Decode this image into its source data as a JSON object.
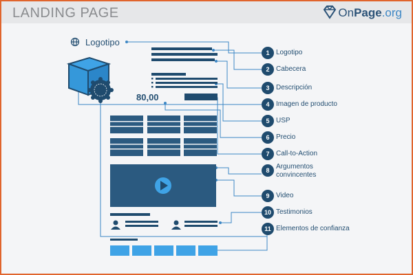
{
  "header": {
    "title": "LANDING PAGE",
    "brand_part1": "On",
    "brand_part2": "Page",
    "brand_part3": ".org"
  },
  "wireframe": {
    "logo_label": "Logotipo",
    "price_value": "80,00"
  },
  "legend": [
    {
      "number": "1",
      "label": "Logotipo"
    },
    {
      "number": "2",
      "label": "Cabecera"
    },
    {
      "number": "3",
      "label": "Descripción"
    },
    {
      "number": "4",
      "label": "Imagen de producto"
    },
    {
      "number": "5",
      "label": "USP"
    },
    {
      "number": "6",
      "label": "Precio"
    },
    {
      "number": "7",
      "label": "Call-to-Action"
    },
    {
      "number": "8",
      "label": "Argumentos convincentes"
    },
    {
      "number": "9",
      "label": "Video"
    },
    {
      "number": "10",
      "label": "Testimonios"
    },
    {
      "number": "11",
      "label": "Elementos de confianza"
    }
  ],
  "colors": {
    "frame_border": "#e0642c",
    "dark_blue": "#1f4b6e",
    "mid_blue": "#2b5a80",
    "accent_blue": "#3fa3e6",
    "line_blue": "#3d87c5"
  },
  "icons": [
    "globe-icon",
    "onpage-diamond-icon",
    "product-box-icon",
    "seal-icon",
    "play-icon",
    "person-icon"
  ]
}
